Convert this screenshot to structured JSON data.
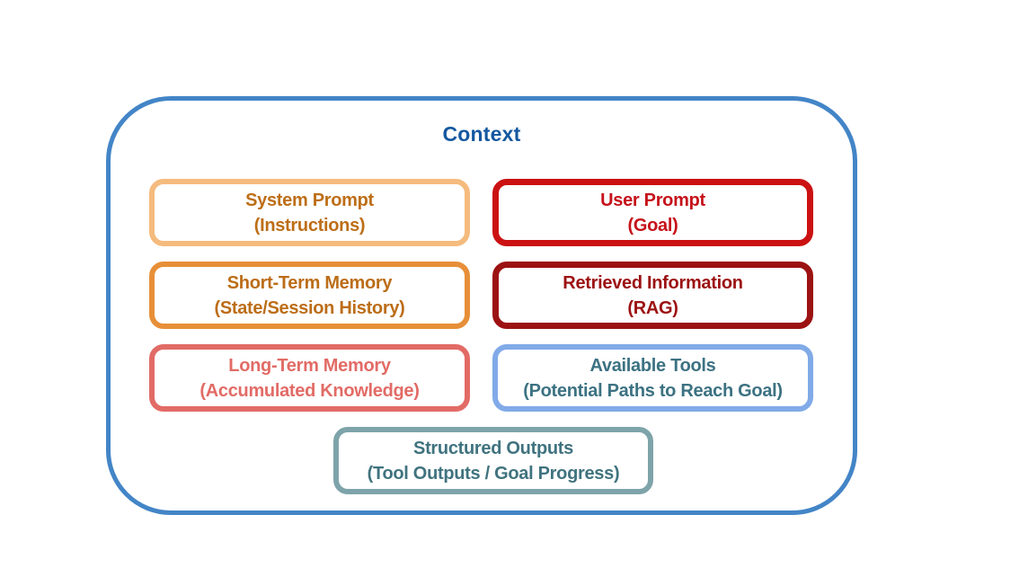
{
  "diagram": {
    "title": "Context",
    "title_color": "#1458a0",
    "outer_border_color": "#4385c7",
    "boxes": [
      {
        "id": "system-prompt",
        "line1": "System Prompt",
        "line2": "(Instructions)",
        "border_color": "#f5bb7e",
        "text_color": "#bd6e17"
      },
      {
        "id": "user-prompt",
        "line1": "User Prompt",
        "line2": "(Goal)",
        "border_color": "#cb1112",
        "text_color": "#c6121a"
      },
      {
        "id": "short-term-memory",
        "line1": "Short-Term Memory",
        "line2": "(State/Session History)",
        "border_color": "#e78f38",
        "text_color": "#bc6d18"
      },
      {
        "id": "retrieved-information",
        "line1": "Retrieved Information",
        "line2": "(RAG)",
        "border_color": "#9c1112",
        "text_color": "#9c1112"
      },
      {
        "id": "long-term-memory",
        "line1": "Long-Term Memory",
        "line2": "(Accumulated Knowledge)",
        "border_color": "#e26b66",
        "text_color": "#e26b66"
      },
      {
        "id": "available-tools",
        "line1": "Available Tools",
        "line2": "(Potential Paths to Reach Goal)",
        "border_color": "#81aae8",
        "text_color": "#3c7282"
      },
      {
        "id": "structured-outputs",
        "line1": "Structured Outputs",
        "line2": "(Tool Outputs / Goal Progress)",
        "border_color": "#7ea4aa",
        "text_color": "#40737f"
      }
    ]
  }
}
